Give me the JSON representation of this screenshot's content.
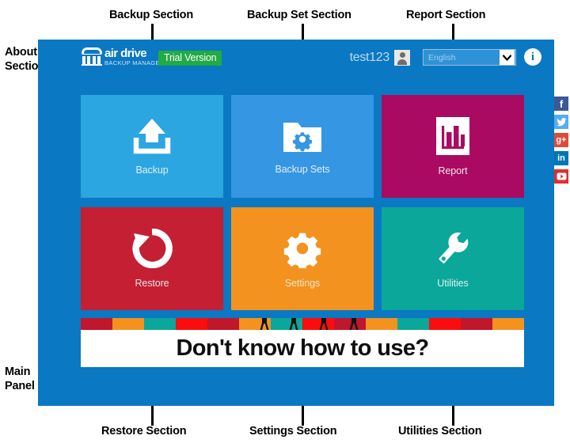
{
  "annotations": {
    "about": "About\nSection",
    "backup": "Backup Section",
    "backup_set": "Backup Set Section",
    "report": "Report Section",
    "restore": "Restore Section",
    "settings": "Settings Section",
    "utilities": "Utilities Section",
    "main_panel": "Main\nPanel"
  },
  "header": {
    "brand_name": "air drive",
    "brand_sub": "BACKUP MANAGER",
    "brand_icon": "warehouse-logo-icon",
    "trial_badge": "Trial Version",
    "user_name": "test123",
    "avatar_icon": "user-avatar-icon",
    "language": {
      "value": "English",
      "caret_icon": "chevron-down-icon"
    },
    "info_icon": "info-circle-icon",
    "info_glyph": "i"
  },
  "tiles": [
    {
      "key": "backup",
      "label": "Backup",
      "icon": "upload-arrow-icon",
      "color": "#2ba6e0"
    },
    {
      "key": "sets",
      "label": "Backup Sets",
      "icon": "folder-gear-icon",
      "color": "#3596e4"
    },
    {
      "key": "report",
      "label": "Report",
      "icon": "bar-chart-document-icon",
      "color": "#ab0a63"
    },
    {
      "key": "restore",
      "label": "Restore",
      "icon": "restore-circular-arrow-icon",
      "color": "#c41f33"
    },
    {
      "key": "settings",
      "label": "Settings",
      "icon": "gear-icon",
      "color": "#f3921f"
    },
    {
      "key": "utilities",
      "label": "Utilities",
      "icon": "wrench-icon",
      "color": "#0aa79a"
    }
  ],
  "banner": {
    "text": "Don't know how to use?",
    "stripe_colors": [
      "#c0172c",
      "#f3921f",
      "#0aa79a",
      "#fb0d0d",
      "#c0172c",
      "#f3921f",
      "#0aa79a",
      "#fb0d0d",
      "#c0172c",
      "#f3921f",
      "#0aa79a",
      "#fb0d0d",
      "#c0172c",
      "#f3921f"
    ]
  },
  "social": [
    {
      "key": "facebook",
      "glyph": "f",
      "icon": "facebook-icon",
      "color": "#3b5998"
    },
    {
      "key": "twitter",
      "glyph": "",
      "icon": "twitter-icon",
      "color": "#55acee"
    },
    {
      "key": "googleplus",
      "glyph": "g+",
      "icon": "google-plus-icon",
      "color": "#dd4b39"
    },
    {
      "key": "linkedin",
      "glyph": "in",
      "icon": "linkedin-icon",
      "color": "#0077b5"
    },
    {
      "key": "youtube",
      "glyph": "",
      "icon": "youtube-icon",
      "color": "#e02f2f"
    }
  ],
  "colors": {
    "app_background": "#0a78c2",
    "page_background": "#ffffff",
    "annotation": "#000000"
  }
}
